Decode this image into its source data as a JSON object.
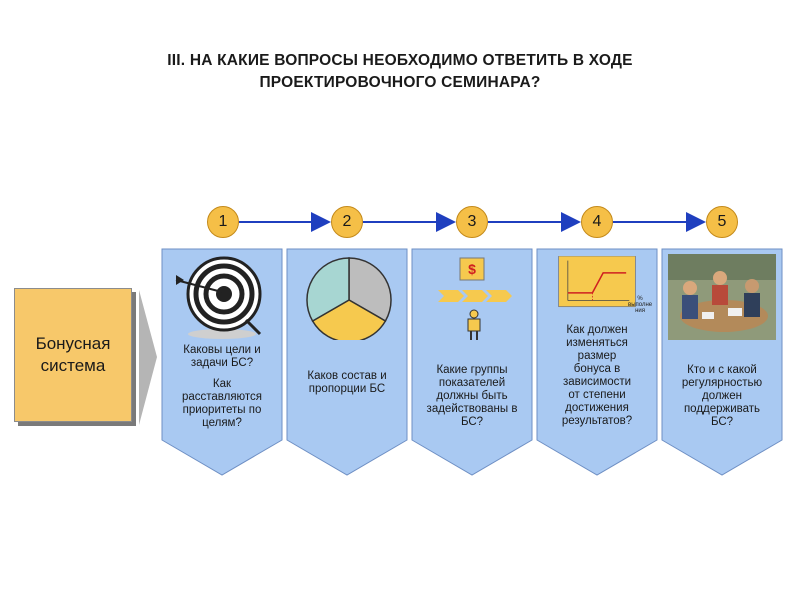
{
  "title": {
    "line1": "III. НА КАКИЕ ВОПРОСЫ НЕОБХОДИМО ОТВЕТИТЬ В ХОДЕ",
    "line2": "ПРОЕКТИРОВОЧНОГО СЕМИНАРА?"
  },
  "left_box": {
    "line1": "Бонусная",
    "line2": "система"
  },
  "steps": [
    {
      "number": "1",
      "text_a": [
        "Каковы цели и",
        "задачи БС?"
      ],
      "text_b": [
        "Как",
        "расставляются",
        "приоритеты по",
        "целям?"
      ]
    },
    {
      "number": "2",
      "text_a": [
        "Каков состав и",
        "пропорции БС"
      ]
    },
    {
      "number": "3",
      "text_a": [
        "Какие группы",
        "показателей",
        "должны быть",
        "задействованы в",
        "БС?"
      ],
      "dollar": "$"
    },
    {
      "number": "4",
      "text_a": [
        "Как должен",
        "изменяться",
        "размер",
        "бонуса в",
        "зависимости",
        "от степени",
        "достижения",
        "результатов?"
      ],
      "chart_small_label1": "%",
      "chart_small_label2": "выполне",
      "chart_small_label3": "ния"
    },
    {
      "number": "5",
      "text_a": [
        "Кто и с какой",
        "регулярностью",
        "должен",
        "поддерживать",
        "БС?"
      ]
    }
  ],
  "colors": {
    "card_fill": "#a9c9f2",
    "card_border": "#6e8fc4",
    "accent_yellow": "#f5bf47",
    "arrow_blue": "#1f3fbf",
    "box_fill": "#f7c86a"
  }
}
